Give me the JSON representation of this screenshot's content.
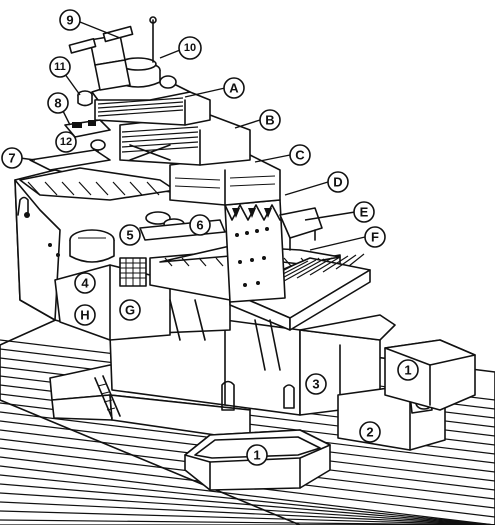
{
  "labels": [
    {
      "id": "A",
      "text": "A"
    },
    {
      "id": "B",
      "text": "B"
    },
    {
      "id": "C",
      "text": "C"
    },
    {
      "id": "D",
      "text": "D"
    },
    {
      "id": "E",
      "text": "E"
    },
    {
      "id": "F",
      "text": "F"
    },
    {
      "id": "1a",
      "text": "1"
    },
    {
      "id": "1b",
      "text": "1"
    },
    {
      "id": "2",
      "text": "2"
    },
    {
      "id": "3",
      "text": "3"
    },
    {
      "id": "4",
      "text": "4"
    },
    {
      "id": "5",
      "text": "5"
    },
    {
      "id": "6",
      "text": "6"
    },
    {
      "id": "7",
      "text": "7"
    },
    {
      "id": "8",
      "text": "8"
    },
    {
      "id": "9",
      "text": "9"
    },
    {
      "id": "10",
      "text": "10"
    },
    {
      "id": "11",
      "text": "11"
    },
    {
      "id": "12",
      "text": "12"
    },
    {
      "id": "G",
      "text": "G"
    },
    {
      "id": "H",
      "text": "H"
    }
  ]
}
